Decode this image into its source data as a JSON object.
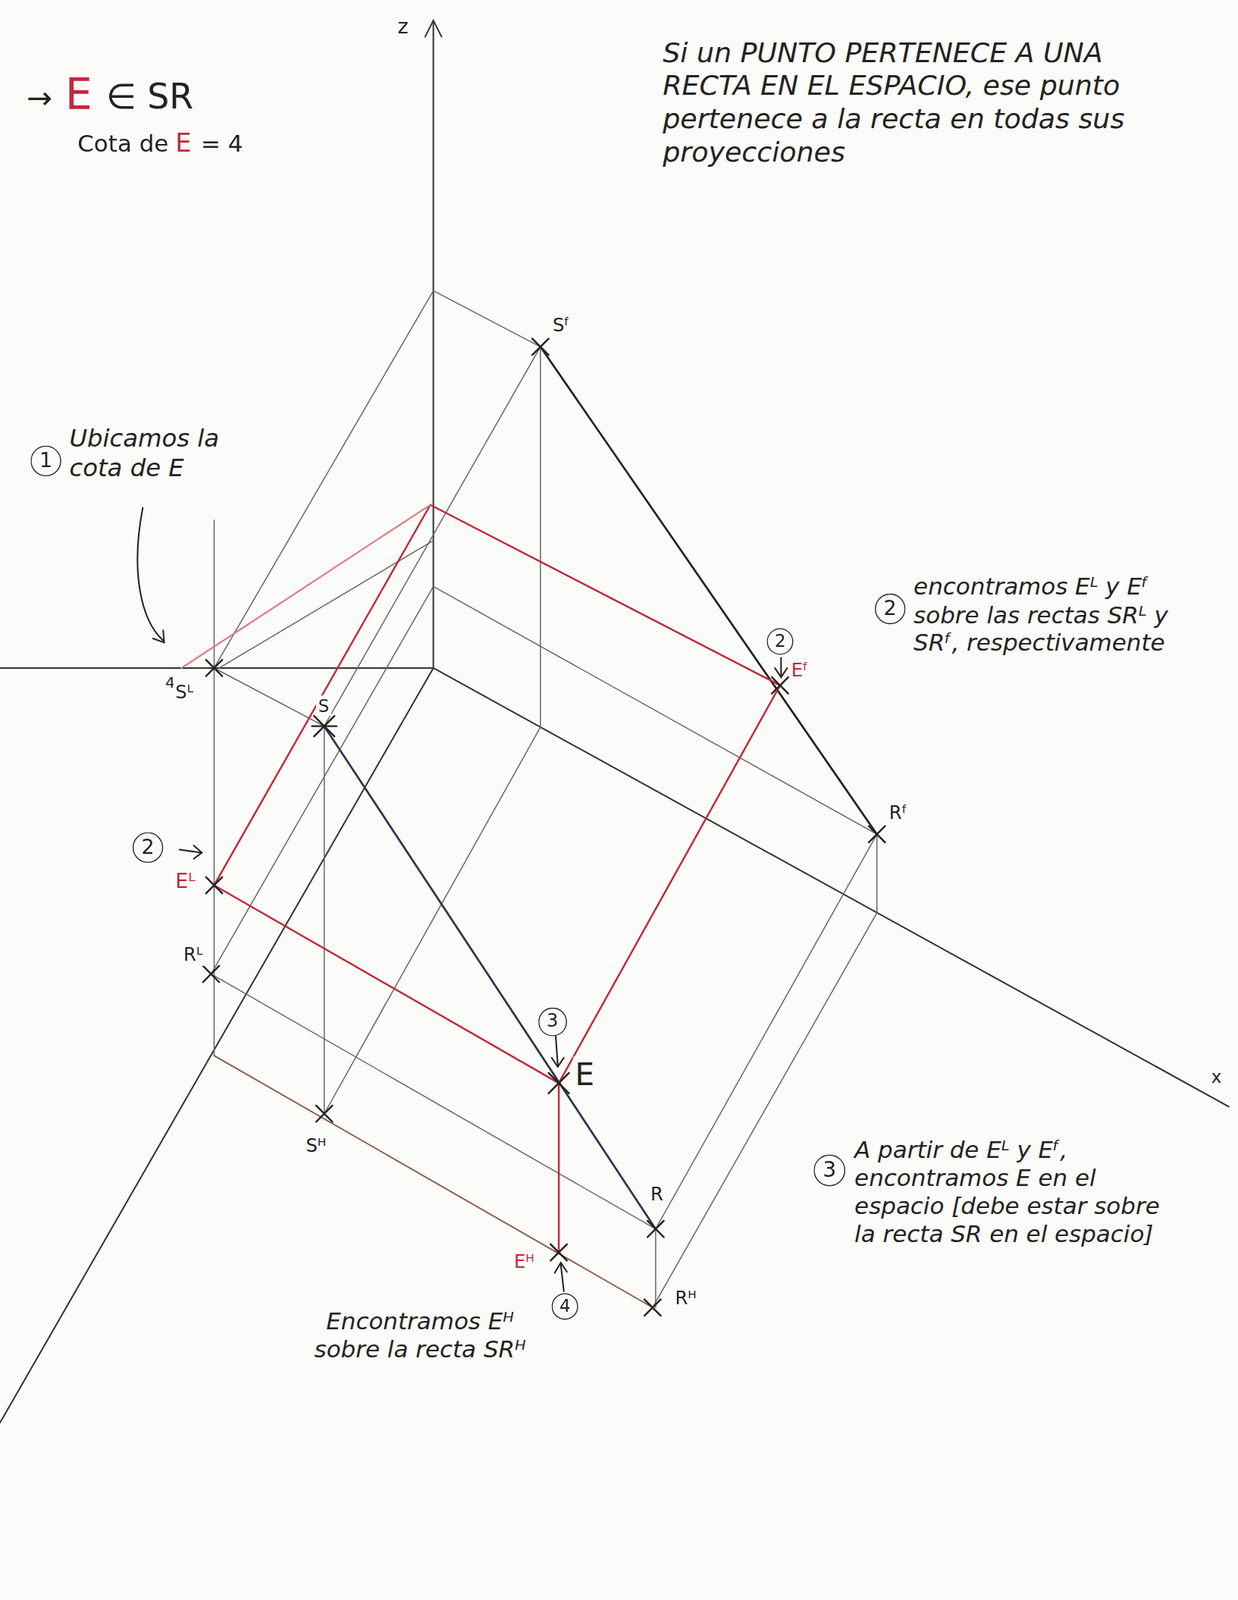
{
  "diagram": {
    "labels": [
      "z",
      "→",
      "E",
      "∈ SR",
      "Cota de",
      "E",
      "= 4",
      "Si un PUNTO PERTENECE A UNA RECTA EN EL ESPACIO, ese punto pertenece a la recta en todas sus proyecciones",
      "Sᶠ",
      "1",
      "Ubicamos la cota de E",
      "2",
      "encontramos Eᴸ y Eᶠ sobre las rectas SRᴸ y SRᶠ, respectivamente",
      "2",
      "Eᶠ",
      "4",
      "Sᴸ",
      "S",
      "Rᶠ",
      "2",
      "Eᴸ",
      "Rᴸ",
      "3",
      "E",
      "x",
      "Sᴴ",
      "3",
      "A partir de Eᴸ y Eᶠ, encontramos E en el espacio [debe estar sobre la recta SR en el espacio]",
      "R",
      "Eᴴ",
      "4",
      "Rᴴ",
      "Encontramos Eᴴ sobre la recta SRᴴ"
    ]
  }
}
